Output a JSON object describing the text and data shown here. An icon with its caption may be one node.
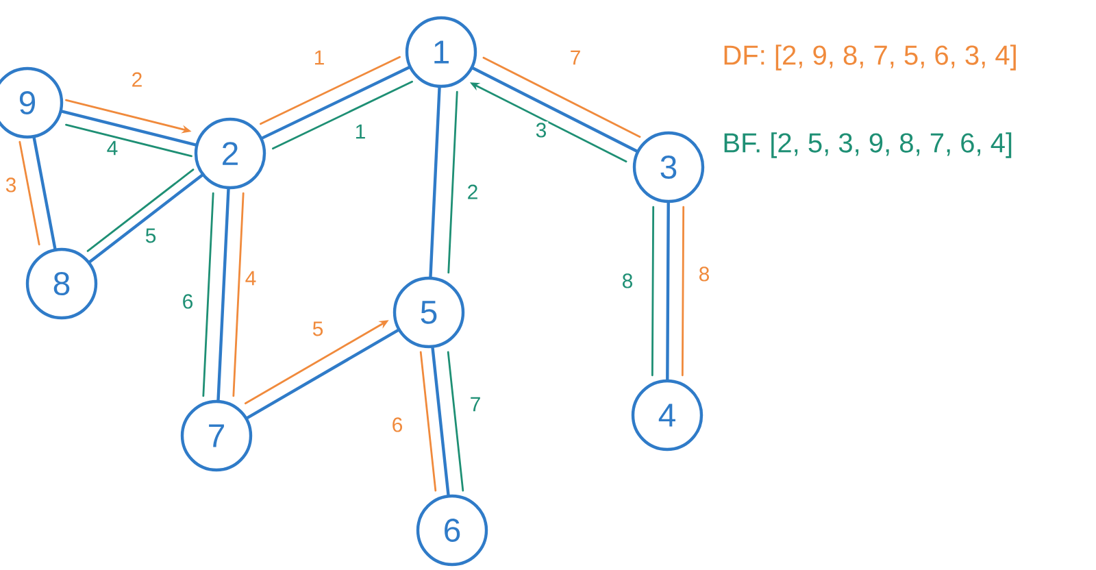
{
  "diagram": {
    "nodes": [
      {
        "text": [
          "1"
        ]
      },
      {
        "text": [
          "2"
        ]
      },
      {
        "text": [
          "3"
        ]
      },
      {
        "text": [
          "4"
        ]
      },
      {
        "text": [
          "5"
        ]
      },
      {
        "text": [
          "6"
        ]
      },
      {
        "text": [
          "7"
        ]
      },
      {
        "text": [
          "8"
        ]
      },
      {
        "text": [
          "9"
        ]
      }
    ],
    "edges": [
      {
        "from": 0,
        "to": 1,
        "arrow": "none"
      },
      {
        "from": 0,
        "to": 2,
        "arrow": "none"
      },
      {
        "from": 0,
        "to": 4,
        "arrow": "none"
      },
      {
        "from": 8,
        "to": 1,
        "arrow": "none"
      },
      {
        "from": 1,
        "to": 7,
        "arrow": "none"
      },
      {
        "from": 1,
        "to": 6,
        "arrow": "none"
      },
      {
        "from": 8,
        "to": 7,
        "arrow": "none"
      },
      {
        "from": 6,
        "to": 4,
        "arrow": "none"
      },
      {
        "from": 4,
        "to": 5,
        "arrow": "none"
      },
      {
        "from": 2,
        "to": 3,
        "arrow": "none"
      },
      {
        "from": 1,
        "to": 0,
        "arrow": "none",
        "label": "1",
        "color": "#f08a3c"
      },
      {
        "from": 8,
        "to": 1,
        "arrow": "to",
        "label": "2",
        "color": "#f08a3c"
      },
      {
        "from": 8,
        "to": 7,
        "arrow": "none",
        "label": "3",
        "color": "#f08a3c"
      },
      {
        "from": 1,
        "to": 6,
        "arrow": "none",
        "label": "4",
        "color": "#f08a3c"
      },
      {
        "from": 6,
        "to": 4,
        "arrow": "to",
        "label": "5",
        "color": "#f08a3c"
      },
      {
        "from": 4,
        "to": 5,
        "arrow": "none",
        "label": "6",
        "color": "#f08a3c"
      },
      {
        "from": 0,
        "to": 2,
        "arrow": "none",
        "label": "7",
        "color": "#f08a3c"
      },
      {
        "from": 2,
        "to": 3,
        "arrow": "none",
        "label": "8",
        "color": "#f08a3c"
      },
      {
        "from": 0,
        "to": 1,
        "arrow": "none",
        "label": "1",
        "color": "#1e8f74"
      },
      {
        "from": 0,
        "to": 4,
        "arrow": "none",
        "label": "2",
        "color": "#1e8f74"
      },
      {
        "from": 2,
        "to": 0,
        "arrow": "to",
        "label": "3",
        "color": "#1e8f74"
      },
      {
        "from": 1,
        "to": 8,
        "arrow": "none",
        "label": "4",
        "color": "#1e8f74"
      },
      {
        "from": 1,
        "to": 7,
        "arrow": "none",
        "label": "5",
        "color": "#1e8f74"
      },
      {
        "from": 1,
        "to": 6,
        "arrow": "none",
        "label": "6",
        "color": "#1e8f74"
      },
      {
        "from": 4,
        "to": 5,
        "arrow": "none",
        "label": "7",
        "color": "#1e8f74"
      },
      {
        "from": 2,
        "to": 3,
        "arrow": "none",
        "label": "8",
        "color": "#1e8f74"
      }
    ],
    "labels": [
      "DF: [2, 9, 8, 7, 5, 6, 3, 4]",
      "BF. [2, 5, 3, 9, 8, 7, 6, 4]"
    ]
  }
}
